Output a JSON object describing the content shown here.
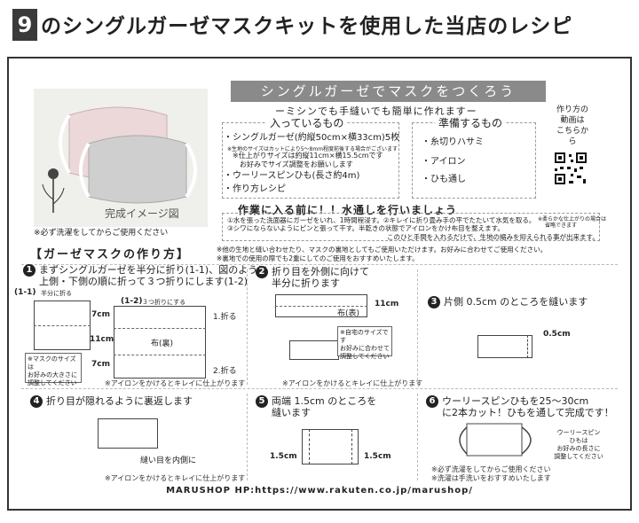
{
  "header": {
    "badge": "9",
    "title": "のシングルガーゼマスクキットを使用した当店のレシピ"
  },
  "photo": {
    "caption": "完成イメージ図",
    "note": "※必ず洗濯をしてからご使用ください"
  },
  "banner": {
    "title": "シングルガーゼでマスクをつくろう",
    "subtitle": "ーミシンでも手縫いでも簡単に作れますー"
  },
  "contents": {
    "title": "入っているもの",
    "item1": "・シングルガーゼ(約縦50cm×横33cm)5枚",
    "item1_note": "※生地のサイズはカットにより5〜8mm程度前後する場合がございます",
    "item1_sub1": "※仕上がりサイズは約縦11cm×横15.5cmです",
    "item1_sub2": "お好みでサイズ調整をお願いします",
    "item2": "・ウーリースピンひも(長さ約4m)",
    "item3": "・作り方レシピ"
  },
  "prepare": {
    "title": "準備するもの",
    "item1": "・糸切りハサミ",
    "item2": "・アイロン",
    "item3": "・ひも通し"
  },
  "qr": {
    "line1": "作り方の",
    "line2": "動画は",
    "line3": "こちらから"
  },
  "washing": {
    "title": "作業に入る前に！！水通しを行いましょう",
    "line1": "①水を張った洗面器にガーゼをいれ、1時間程浸す。②キレイに折り畳み手の平でたたいて水気を取る。",
    "line2": "③シワにならないようにピンと張って干す。半乾きの状態でアイロンをかけ布目を整えます。",
    "side1": "※柔らかな仕上がりの場合は",
    "side2": "省略できます",
    "line3": "このひと手間を入れるだけで、生地の縮みを抑えられる事が出来ます。"
  },
  "howto": {
    "title": "【ガーゼマスクの作り方】",
    "note1": "※他の生地と縫い合わせたり、マスクの裏地としてもご使用いただけます。お好みに合わせてご使用ください。",
    "note2": "※裏地での使用の際でも2重にしてのご使用をおすすめいたします。"
  },
  "step1": {
    "num": "1",
    "text1": "まずシングルガーゼを半分に折り(1-1)、図のように",
    "text2": "上側・下側の順に折って３つ折りにします(1-2)",
    "label_11": "(1-1)",
    "label_11b": "半分に折る",
    "label_12": "(1-2)",
    "label_12b": "３つ折りにする",
    "size_note1": "※マスクのサイズは",
    "size_note2": "お好みの大きさに",
    "size_note3": "調整してください",
    "dim_7a": "7cm",
    "dim_11": "11cm",
    "dim_7b": "7cm",
    "fabric": "布(裏)",
    "fold1": "1.折る",
    "fold2": "2.折る",
    "iron": "※アイロンをかけるとキレイに仕上がります"
  },
  "step2": {
    "num": "2",
    "text1": "折り目を外側に向けて",
    "text2": "半分に折ります",
    "fabric": "布(表)",
    "dim": "11cm",
    "note1": "※自宅のサイズです",
    "note2": "お好みに合わせて",
    "note3": "調整してください",
    "iron": "※アイロンをかけるとキレイに仕上がります"
  },
  "step3": {
    "num": "3",
    "text": "片側 0.5cm のところを縫います",
    "dim": "0.5cm"
  },
  "step4": {
    "num": "4",
    "text": "折り目が隠れるように裏返します",
    "label": "縫い目を内側に",
    "iron": "※アイロンをかけるとキレイに仕上がります"
  },
  "step5": {
    "num": "5",
    "text1": "両端 1.5cm のところを",
    "text2": "縫います",
    "dim_left": "1.5cm",
    "dim_right": "1.5cm"
  },
  "step6": {
    "num": "6",
    "text1": "ウーリースピンひもを25〜30cm",
    "text2": "に2本カット！ひもを通して完成です！",
    "lbl1": "ウーリースピン",
    "lbl2": "ひもは",
    "lbl3": "お好みの長さに",
    "lbl4": "調整してください",
    "note1": "※必ず洗濯をしてからご使用ください",
    "note2": "※洗濯は手洗いをおすすめいたします"
  },
  "footer": {
    "text": "MARUSHOP HP:https://www.rakuten.co.jp/marushop/"
  }
}
